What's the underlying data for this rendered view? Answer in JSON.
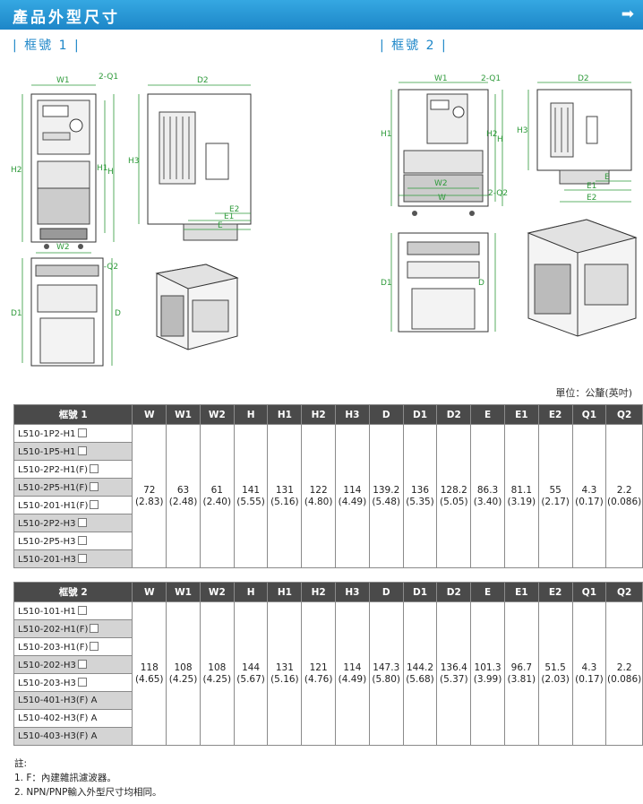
{
  "header": {
    "title": "產品外型尺寸",
    "arrow": "➡"
  },
  "frames": {
    "frame1_label": "框號 1",
    "frame2_label": "框號 2"
  },
  "drawing1": {
    "labels": {
      "w1": "W1",
      "q1": "2-Q1",
      "h2": "H2",
      "h1": "H1",
      "h": "H",
      "w2": "W2",
      "w": "W",
      "q2": "2-Q2",
      "d2": "D2",
      "h3": "H3",
      "e2": "E2",
      "e1": "E1",
      "e": "E",
      "d1": "D1",
      "d": "D"
    }
  },
  "drawing2": {
    "labels": {
      "w1": "W1",
      "q1": "2-Q1",
      "h1": "H1",
      "h2": "H2",
      "h": "H",
      "w2": "W2",
      "w": "W",
      "q2": "2-Q2",
      "d2": "D2",
      "h3": "H3",
      "e": "E",
      "e1": "E1",
      "e2": "E2",
      "d1": "D1",
      "d": "D"
    }
  },
  "unit_note": "單位：公釐(英吋)",
  "tables": [
    {
      "header": [
        "框號 1",
        "W",
        "W1",
        "W2",
        "H",
        "H1",
        "H2",
        "H3",
        "D",
        "D1",
        "D2",
        "E",
        "E1",
        "E2",
        "Q1",
        "Q2"
      ],
      "models": [
        {
          "name": "L510-1P2-H1",
          "suffix": "box"
        },
        {
          "name": "L510-1P5-H1",
          "suffix": "box"
        },
        {
          "name": "L510-2P2-H1(F)",
          "suffix": "box"
        },
        {
          "name": "L510-2P5-H1(F)",
          "suffix": "box"
        },
        {
          "name": "L510-201-H1(F)",
          "suffix": "box"
        },
        {
          "name": "L510-2P2-H3",
          "suffix": "box"
        },
        {
          "name": "L510-2P5-H3",
          "suffix": "box"
        },
        {
          "name": "L510-201-H3",
          "suffix": "box"
        }
      ],
      "values": [
        [
          "72",
          "(2.83)"
        ],
        [
          "63",
          "(2.48)"
        ],
        [
          "61",
          "(2.40)"
        ],
        [
          "141",
          "(5.55)"
        ],
        [
          "131",
          "(5.16)"
        ],
        [
          "122",
          "(4.80)"
        ],
        [
          "114",
          "(4.49)"
        ],
        [
          "139.2",
          "(5.48)"
        ],
        [
          "136",
          "(5.35)"
        ],
        [
          "128.2",
          "(5.05)"
        ],
        [
          "86.3",
          "(3.40)"
        ],
        [
          "81.1",
          "(3.19)"
        ],
        [
          "55",
          "(2.17)"
        ],
        [
          "4.3",
          "(0.17)"
        ],
        [
          "2.2",
          "(0.086)"
        ]
      ]
    },
    {
      "header": [
        "框號 2",
        "W",
        "W1",
        "W2",
        "H",
        "H1",
        "H2",
        "H3",
        "D",
        "D1",
        "D2",
        "E",
        "E1",
        "E2",
        "Q1",
        "Q2"
      ],
      "models": [
        {
          "name": "L510-101-H1",
          "suffix": "box"
        },
        {
          "name": "L510-202-H1(F)",
          "suffix": "box"
        },
        {
          "name": "L510-203-H1(F)",
          "suffix": "box"
        },
        {
          "name": "L510-202-H3",
          "suffix": "box"
        },
        {
          "name": "L510-203-H3",
          "suffix": "box"
        },
        {
          "name": "L510-401-H3(F) A",
          "suffix": ""
        },
        {
          "name": "L510-402-H3(F) A",
          "suffix": ""
        },
        {
          "name": "L510-403-H3(F) A",
          "suffix": ""
        }
      ],
      "values": [
        [
          "118",
          "(4.65)"
        ],
        [
          "108",
          "(4.25)"
        ],
        [
          "108",
          "(4.25)"
        ],
        [
          "144",
          "(5.67)"
        ],
        [
          "131",
          "(5.16)"
        ],
        [
          "121",
          "(4.76)"
        ],
        [
          "114",
          "(4.49)"
        ],
        [
          "147.3",
          "(5.80)"
        ],
        [
          "144.2",
          "(5.68)"
        ],
        [
          "136.4",
          "(5.37)"
        ],
        [
          "101.3",
          "(3.99)"
        ],
        [
          "96.7",
          "(3.81)"
        ],
        [
          "51.5",
          "(2.03)"
        ],
        [
          "4.3",
          "(0.17)"
        ],
        [
          "2.2",
          "(0.086)"
        ]
      ]
    }
  ],
  "notes": {
    "title": "註:",
    "items": [
      "1. F：內建雜訊濾波器。",
      "2. NPN/PNP輸入外型尺寸均相同。"
    ]
  }
}
